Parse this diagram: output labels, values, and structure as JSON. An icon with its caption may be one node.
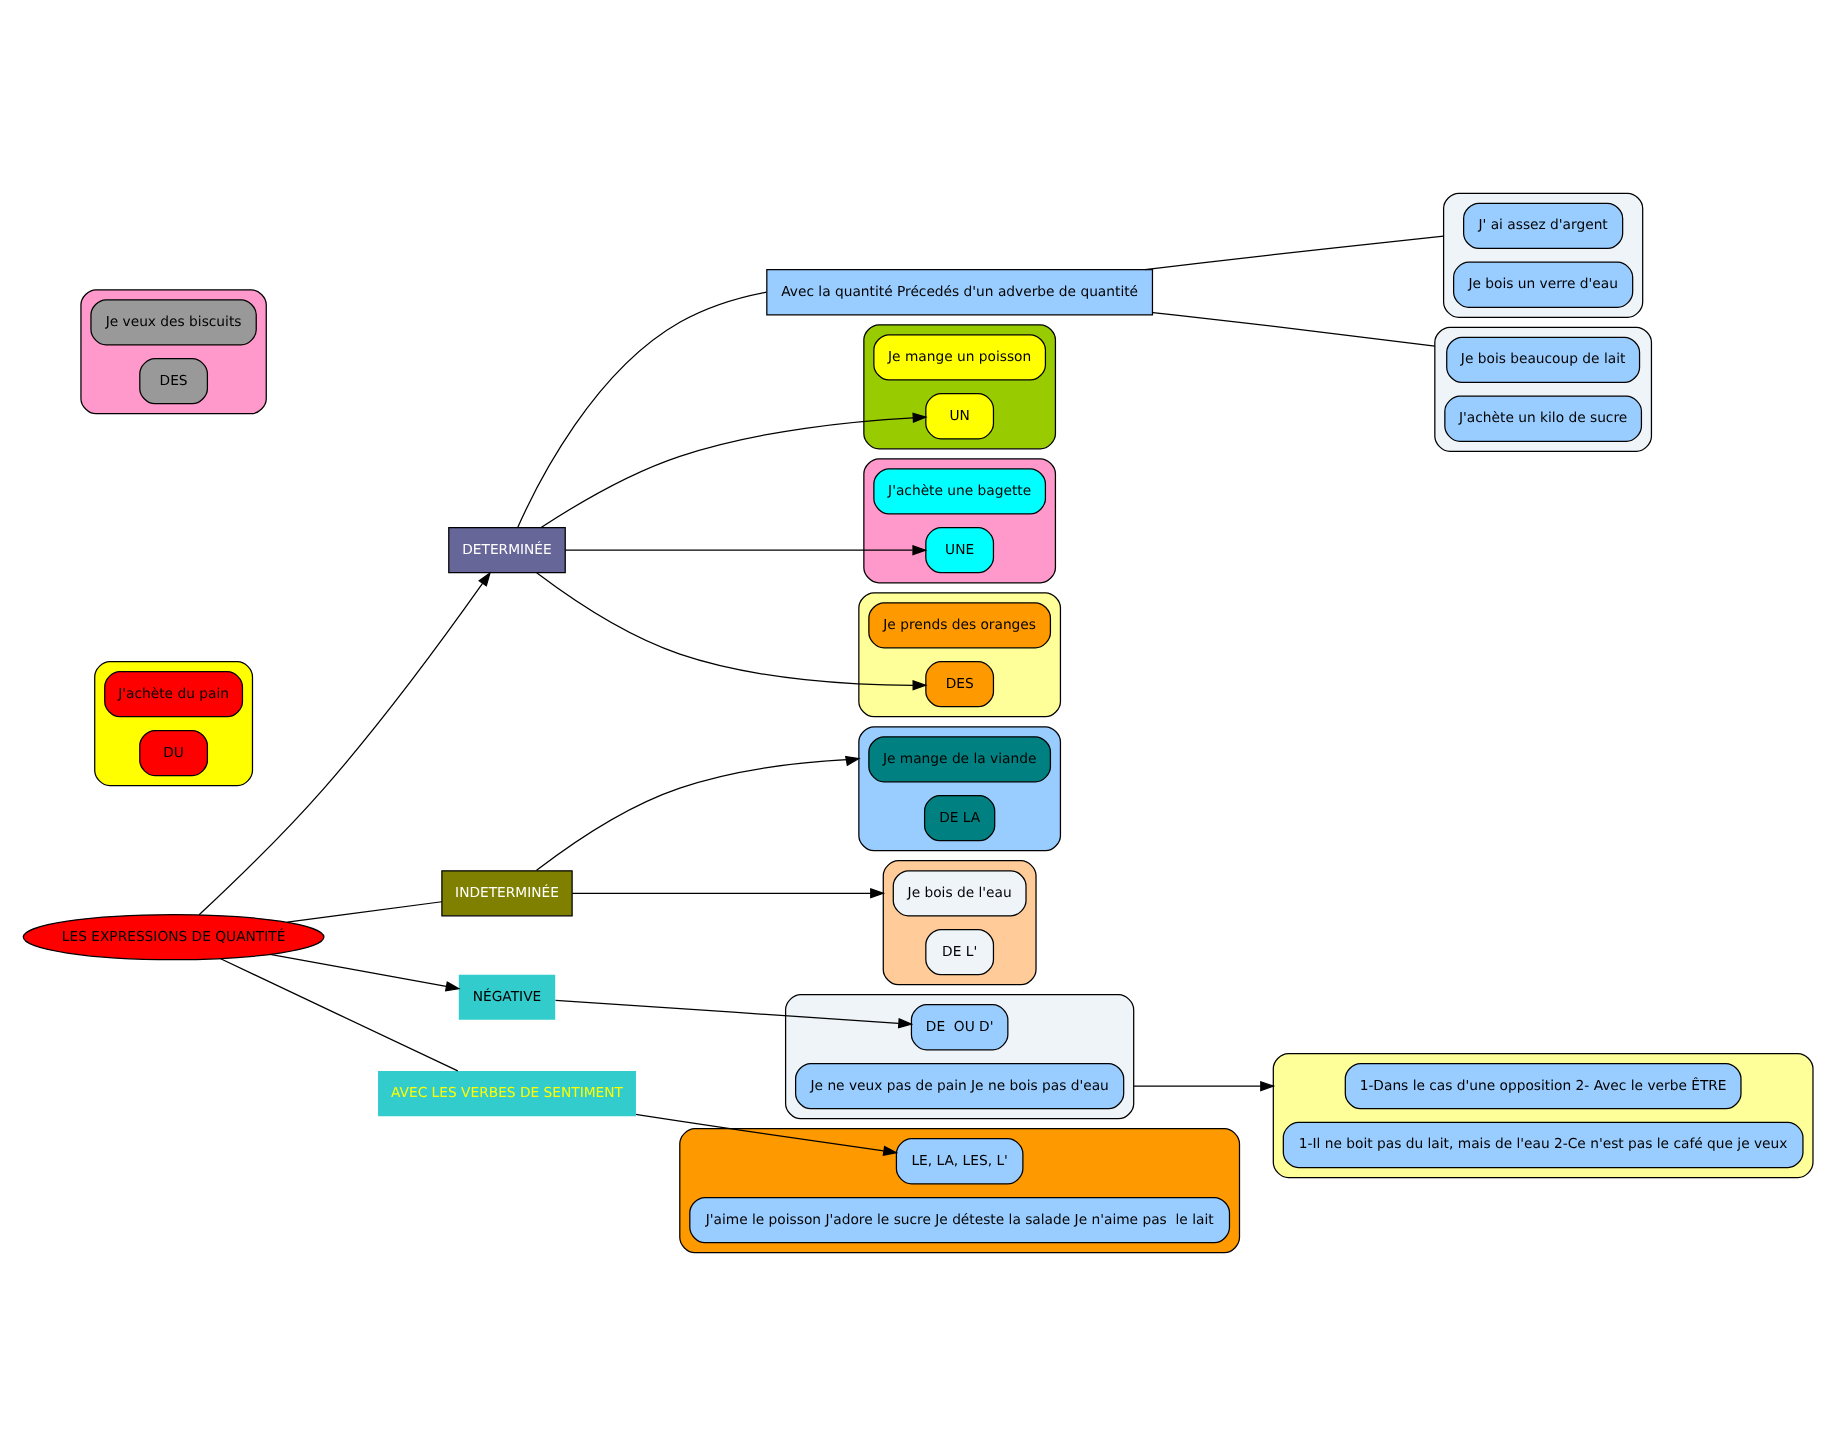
{
  "diagram": {
    "nodes": [
      {
        "text": [
          "LES EXPRESSIONS DE QUANTITÉ"
        ]
      },
      {
        "text": [
          "DETERMINÉE"
        ]
      },
      {
        "text": [
          "INDETERMINÉE"
        ]
      },
      {
        "text": [
          "Avec la quantité Précedés d'un adverbe de quantité"
        ]
      },
      {
        "text": [
          "NÉGATIVE"
        ]
      },
      {
        "text": [
          "AVEC LES VERBES DE SENTIMENT"
        ]
      },
      {
        "text": [],
        "shape": "box"
      },
      {
        "text": [
          "Je mange un poisson"
        ],
        "in": 6
      },
      {
        "text": [
          "UN"
        ],
        "in": 6
      },
      {
        "text": [],
        "shape": "box"
      },
      {
        "text": [
          "J'achète une bagette"
        ],
        "in": 9
      },
      {
        "text": [
          "UNE"
        ],
        "in": 9
      },
      {
        "text": [],
        "shape": "box"
      },
      {
        "text": [
          "Je prends des oranges"
        ],
        "in": 12
      },
      {
        "text": [
          "DES"
        ],
        "in": 12
      },
      {
        "text": [],
        "shape": "box"
      },
      {
        "text": [
          "Je mange de la viande"
        ],
        "in": 15
      },
      {
        "text": [
          "DE LA"
        ],
        "in": 15
      },
      {
        "text": [],
        "shape": "box"
      },
      {
        "text": [
          "J'achète du pain"
        ],
        "in": 18
      },
      {
        "text": [
          "DU"
        ],
        "in": 18
      },
      {
        "text": [],
        "shape": "box"
      },
      {
        "text": [
          "Je bois de l'eau"
        ],
        "in": 21
      },
      {
        "text": [
          "DE L'"
        ],
        "in": 21
      },
      {
        "text": [],
        "shape": "box"
      },
      {
        "text": [
          "Je veux des biscuits"
        ],
        "in": 24
      },
      {
        "text": [
          "DES"
        ],
        "in": 24
      },
      {
        "text": [],
        "shape": "box"
      },
      {
        "text": [
          "DE  OU D'"
        ],
        "in": 27
      },
      {
        "text": [
          "Je ne veux pas de pain Je ne bois pas d'eau"
        ],
        "in": 27
      },
      {
        "text": [],
        "shape": "box"
      },
      {
        "text": [
          "1-Dans le cas d'une opposition 2- Avec le verbe ÊTRE"
        ],
        "in": 30
      },
      {
        "text": [
          "1-Il ne boit pas du lait, mais de l'eau 2-Ce n'est pas le café que je veux"
        ],
        "in": 30
      },
      {
        "text": [],
        "shape": "box"
      },
      {
        "text": [
          "LE, LA, LES, L'"
        ],
        "in": 33
      },
      {
        "text": [
          "J'aime le poisson J'adore le sucre Je déteste la salade Je n'aime pas  le lait"
        ],
        "in": 33
      },
      {
        "text": [],
        "shape": "box"
      },
      {
        "text": [
          "J' ai assez d'argent"
        ],
        "in": 36
      },
      {
        "text": [
          "Je bois un verre d'eau"
        ],
        "in": 36
      },
      {
        "text": [],
        "shape": "box"
      },
      {
        "text": [
          "Je bois beaucoup de lait"
        ],
        "in": 39
      },
      {
        "text": [
          "J'achète un kilo de sucre"
        ],
        "in": 39
      }
    ],
    "edges": [
      {
        "from": 0,
        "to": 1,
        "arrow": "to"
      },
      {
        "from": 1,
        "to": 8,
        "arrow": "to"
      },
      {
        "from": 1,
        "to": 11,
        "arrow": "to"
      },
      {
        "from": 1,
        "to": 14,
        "arrow": "to"
      },
      {
        "from": 0,
        "to": 2,
        "arrow": "none"
      },
      {
        "from": 2,
        "to": 15,
        "arrow": "to"
      },
      {
        "from": 2,
        "to": 21,
        "arrow": "to"
      },
      {
        "from": 0,
        "to": 4,
        "arrow": "to"
      },
      {
        "from": 4,
        "to": 28,
        "arrow": "to"
      },
      {
        "from": 0,
        "to": 5,
        "arrow": "none"
      },
      {
        "from": 5,
        "to": 34,
        "arrow": "to"
      },
      {
        "from": 27,
        "to": 30,
        "arrow": "to"
      },
      {
        "from": 1,
        "to": 3,
        "arrow": "none"
      },
      {
        "from": 3,
        "to": 36,
        "arrow": "none"
      },
      {
        "from": 3,
        "to": 39,
        "arrow": "none"
      }
    ]
  }
}
